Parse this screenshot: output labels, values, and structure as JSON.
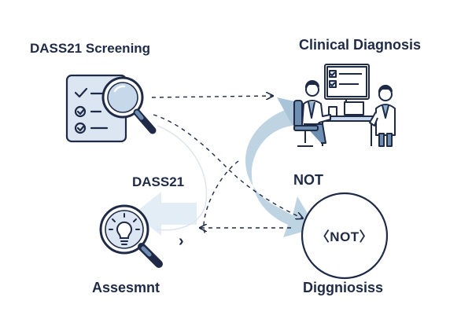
{
  "labels": {
    "screening": "DASS21 Screening",
    "clinical": "Clinical Diagnosis",
    "dass21": "DASS21",
    "not": "NOT",
    "assessment": "Assesmnt",
    "diagnosis": "Diggniosiss",
    "not_badge": "〈NOT〉",
    "chevron": "›"
  },
  "icons": [
    "checklist-magnifier-icon",
    "clinicians-at-workstation-icon",
    "lightbulb-magnifier-icon",
    "not-badge-icon"
  ],
  "colors": {
    "ink": "#1f2b46",
    "accent_fill": "#dbe6f2",
    "arrow_fill": "#b8cfe0",
    "arrow_light": "#e3edf5"
  }
}
